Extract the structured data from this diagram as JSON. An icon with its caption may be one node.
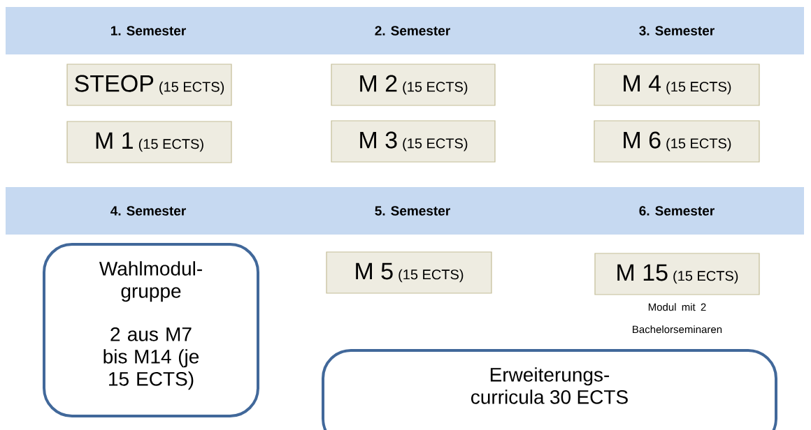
{
  "diagram": {
    "nodes": [
      {
        "text": [
          "1. Semester",
          "2. Semester",
          "3. Semester"
        ]
      },
      {
        "text": [
          "STEOP",
          "(15 ECTS)"
        ]
      },
      {
        "text": [
          "M 1",
          "(15 ECTS)"
        ]
      },
      {
        "text": [
          "M 2",
          "(15 ECTS)"
        ]
      },
      {
        "text": [
          "M 3",
          "(15 ECTS)"
        ]
      },
      {
        "text": [
          "M 4",
          "(15 ECTS)"
        ]
      },
      {
        "text": [
          "M 6",
          "(15 ECTS)"
        ]
      },
      {
        "text": [
          "4. Semester",
          "5. Semester",
          "6. Semester"
        ]
      },
      {
        "text": [
          "Wahlmodul- gruppe",
          "2 aus M7 bis M14 (je 15 ECTS)"
        ]
      },
      {
        "text": [
          "M 5",
          "(15 ECTS)"
        ]
      },
      {
        "text": [
          "M 15",
          "(15 ECTS)"
        ],
        "beside": [
          "Modul mit 2 Bachelorseminaren"
        ]
      },
      {
        "text": [
          "Erweiterungs- curricula 30 ECTS"
        ]
      }
    ]
  }
}
